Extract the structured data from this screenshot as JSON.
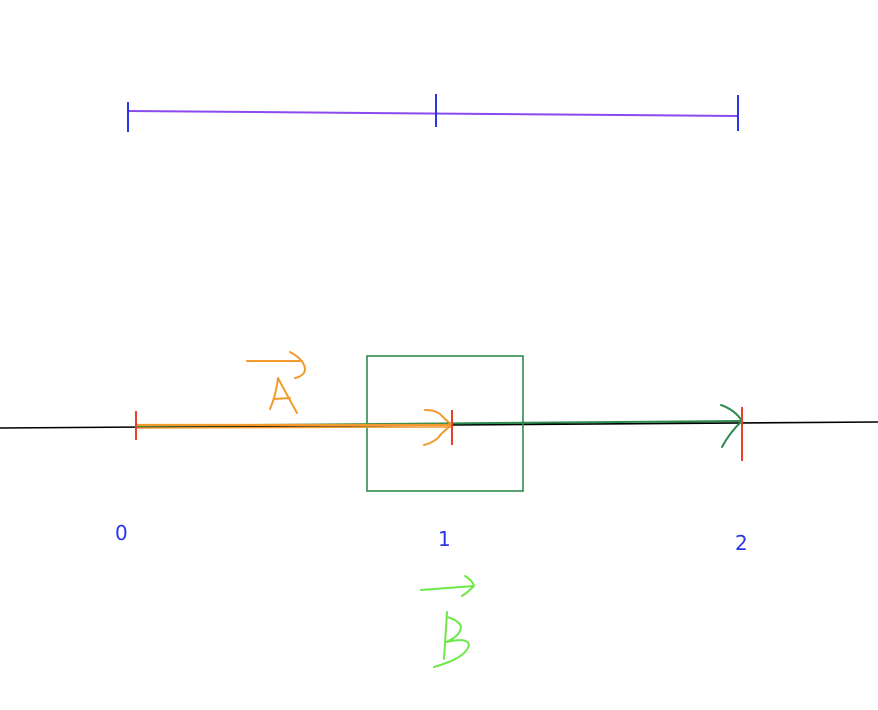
{
  "diagram": {
    "colors": {
      "top_segment": "#8a4af0",
      "top_ticks": "#2a35e6",
      "axis": "#000000",
      "axis_ticks": "#e8402a",
      "vector_a": "#f29a2e",
      "vector_b_long": "#2e8b4e",
      "box": "#2e8b4e",
      "vector_b_label": "#6ee84a",
      "number_labels": "#2a35e6"
    },
    "labels": {
      "zero": "0",
      "one": "1",
      "two": "2"
    },
    "vector_labels": {
      "a": "A",
      "b": "B"
    }
  }
}
